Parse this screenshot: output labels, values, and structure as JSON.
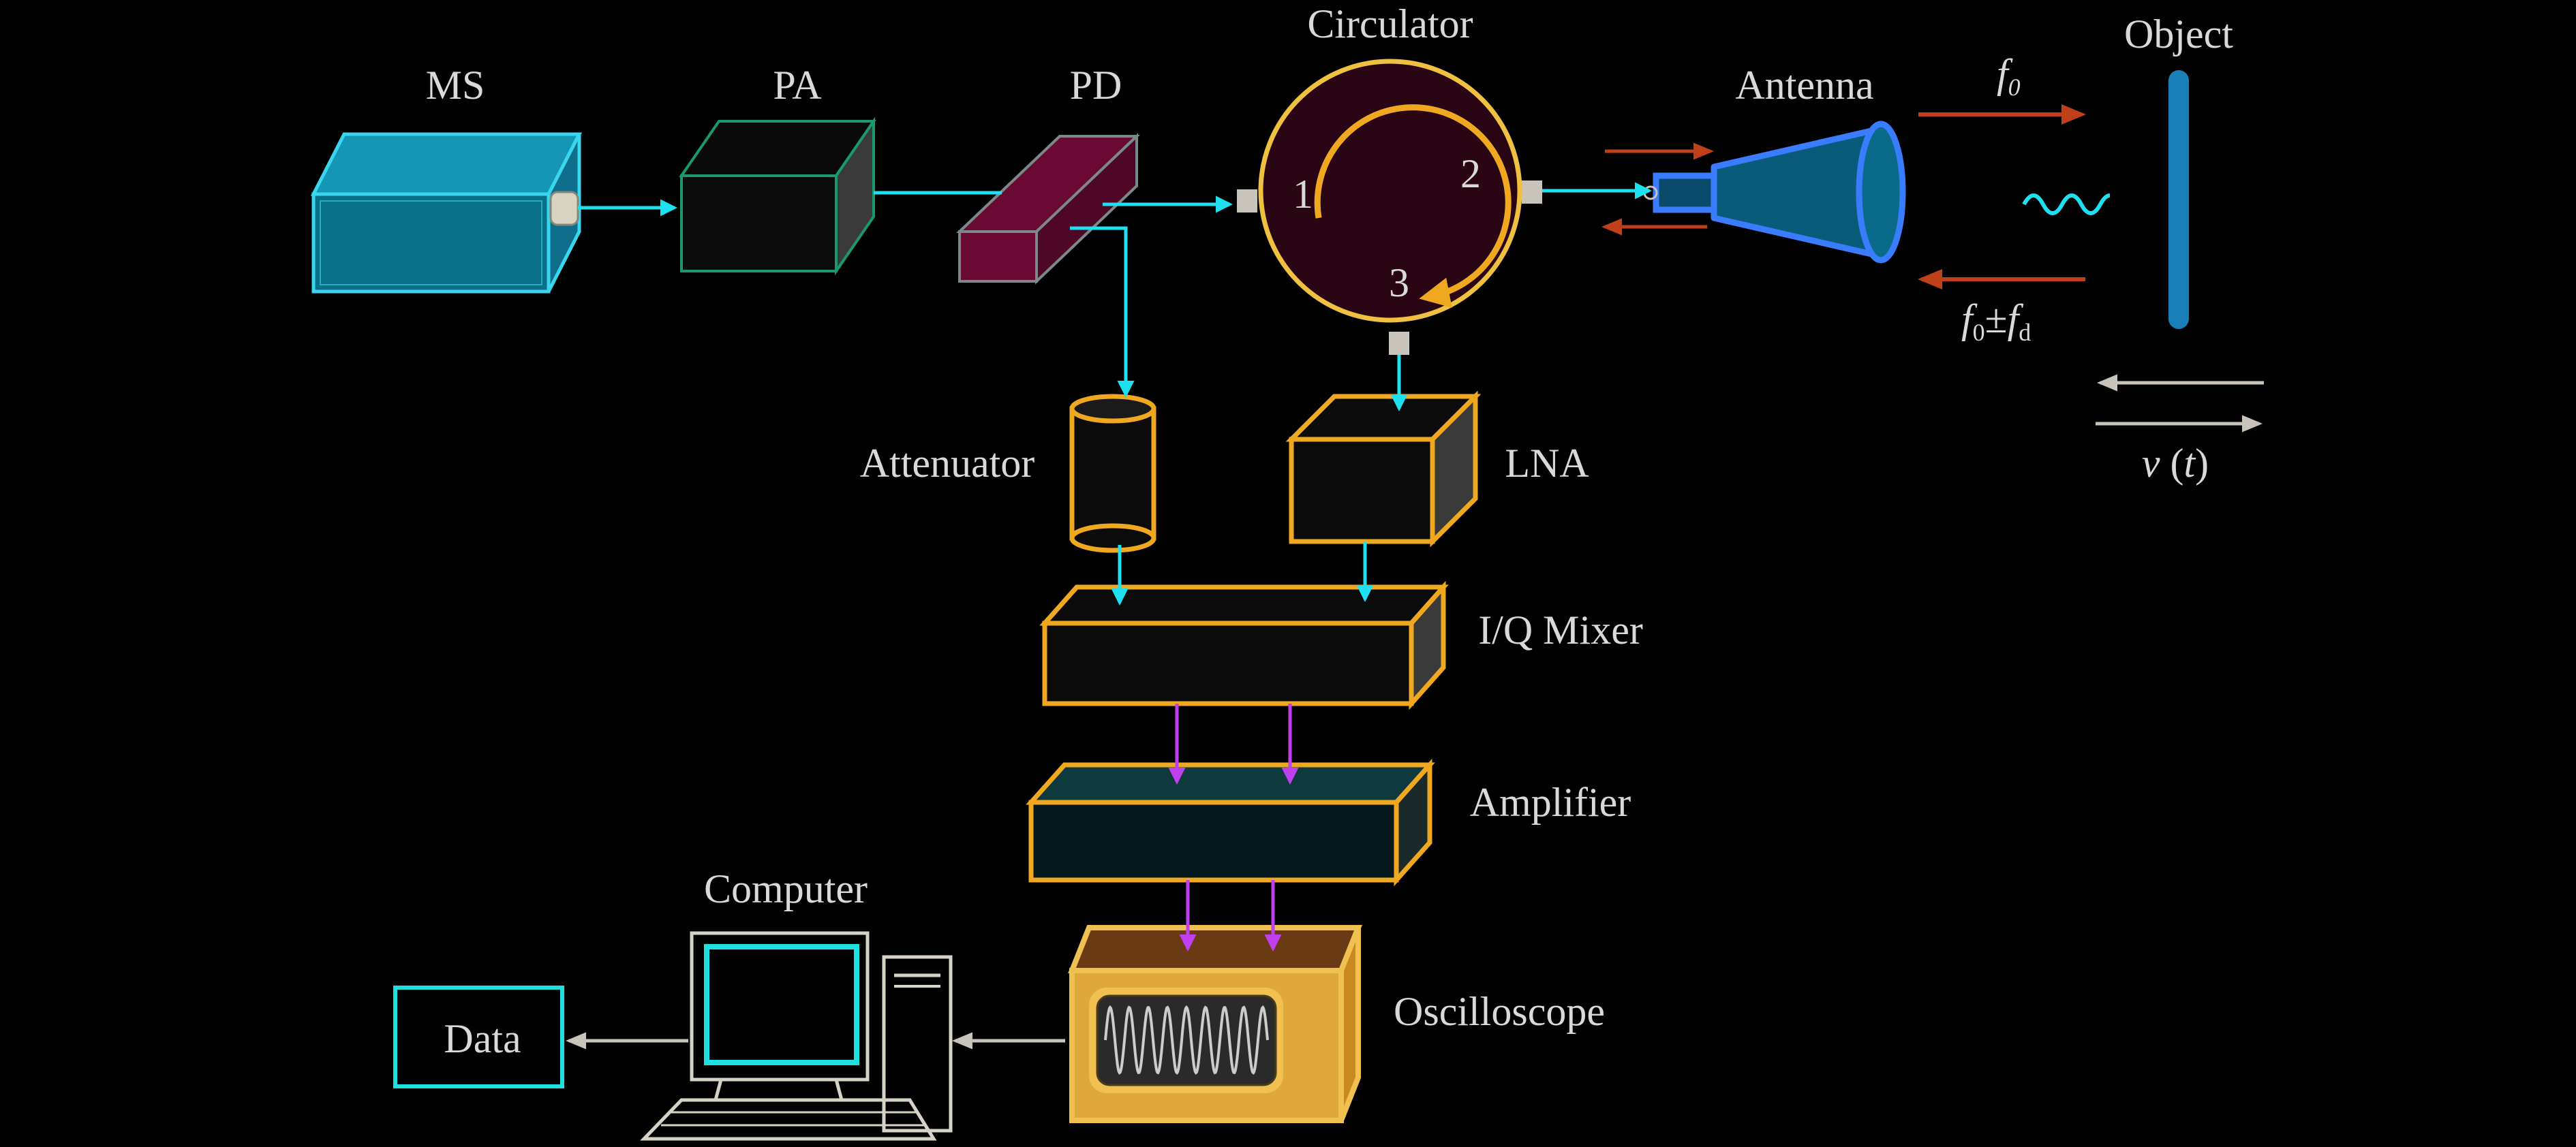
{
  "labels": {
    "ms": "MS",
    "pa": "PA",
    "pd": "PD",
    "circulator": "Circulator",
    "antenna": "Antenna",
    "object": "Object",
    "attenuator": "Attenuator",
    "lna": "LNA",
    "iq_mixer": "I/Q Mixer",
    "amplifier": "Amplifier",
    "computer": "Computer",
    "oscilloscope": "Oscilloscope",
    "data": "Data"
  },
  "circulator_ports": [
    "1",
    "2",
    "3"
  ],
  "signals": {
    "f_symbol": "f",
    "zero_subscript": "0",
    "doppler_subscript": "d",
    "plus_minus": "±",
    "v": "v",
    "t": "t"
  },
  "colors": {
    "background": "#000000",
    "label_text": "#d9d9d9",
    "ms_box": "#0a6f88",
    "signal_arrow": "#1ee0f0",
    "baseband_arrow": "#c040f0",
    "transmit_arrow": "#c0401a",
    "component_outline": "#f0a820",
    "circulator_fill": "#2a0614",
    "pd_fill": "#6a0a34",
    "antenna": "#3a7cff",
    "object_bar": "#1a7fb8",
    "oscilloscope_fill": "#e0a83a",
    "computer_outline": "#d6d3c6",
    "data_box_outline": "#1ee0e0"
  }
}
